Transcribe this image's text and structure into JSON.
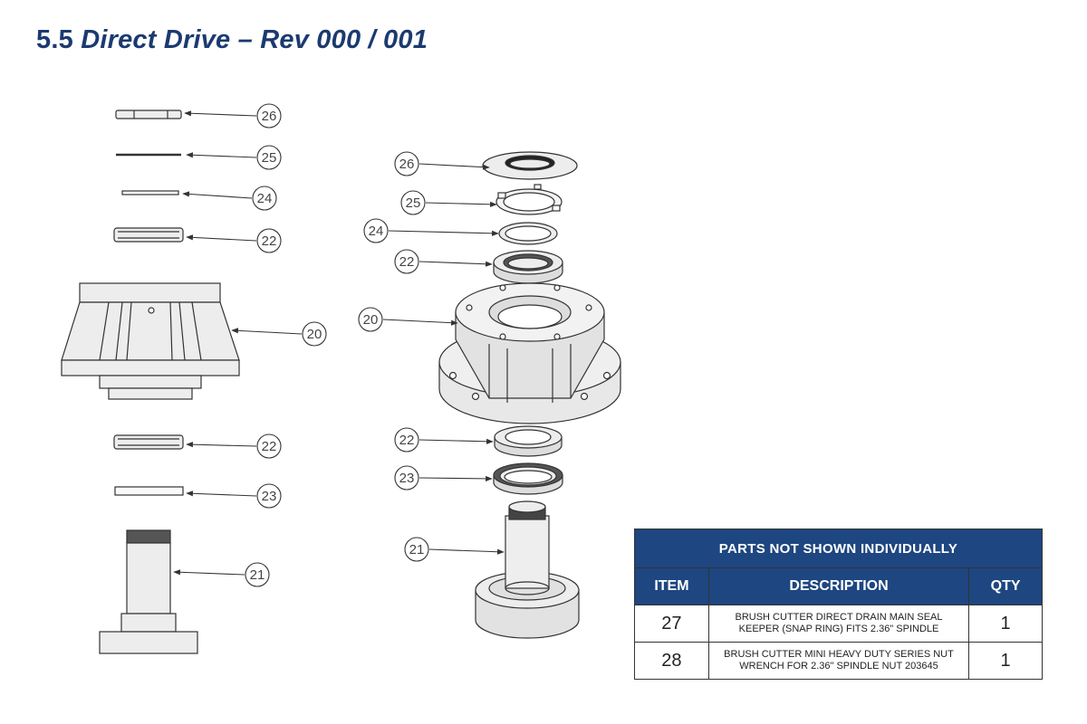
{
  "page": {
    "title_number": "5.5",
    "title_text": "Direct Drive – Rev 000 / 001"
  },
  "callouts": {
    "left": [
      "26",
      "25",
      "24",
      "22",
      "20",
      "22",
      "23",
      "21"
    ],
    "right": [
      "26",
      "25",
      "24",
      "22",
      "20",
      "22",
      "23",
      "21"
    ]
  },
  "parts_table": {
    "caption": "PARTS NOT SHOWN INDIVIDUALLY",
    "headers": [
      "ITEM",
      "DESCRIPTION",
      "QTY"
    ],
    "rows": [
      {
        "item": "27",
        "description_line1": "BRUSH CUTTER DIRECT DRAIN MAIN SEAL",
        "description_line2": "KEEPER (SNAP RING) FITS 2.36\" SPINDLE",
        "qty": "1"
      },
      {
        "item": "28",
        "description_line1": "BRUSH CUTTER MINI HEAVY DUTY SERIES NUT",
        "description_line2": "WRENCH FOR 2.36\" SPINDLE NUT 203645",
        "qty": "1"
      }
    ]
  },
  "colors": {
    "title": "#1b3a70",
    "table_header": "#1e4680",
    "line": "#333333",
    "part_fill": "#ededed"
  }
}
